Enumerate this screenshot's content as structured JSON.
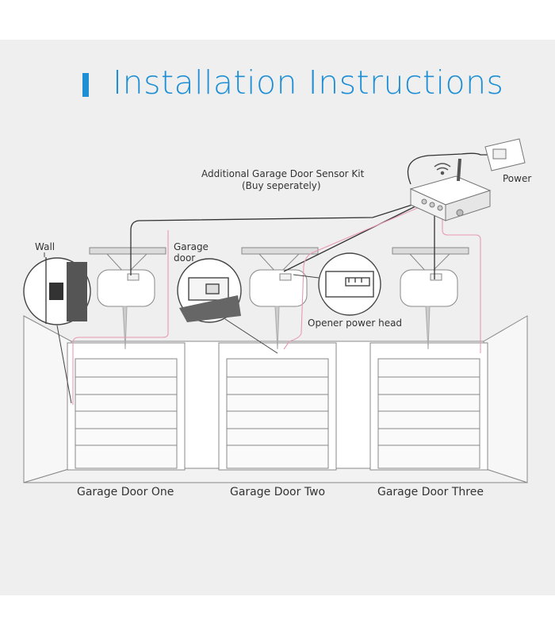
{
  "header": {
    "title": "Installation Instructions"
  },
  "labels": {
    "sensor_kit_line1": "Additional Garage Door Sensor Kit",
    "sensor_kit_line2": "(Buy seperately)",
    "power": "Power",
    "wall": "Wall",
    "garage_door_line1": "Garage",
    "garage_door_line2": "door",
    "opener_power_head": "Opener power head"
  },
  "doors": [
    {
      "label": "Garage Door One"
    },
    {
      "label": "Garage Door Two"
    },
    {
      "label": "Garage Door Three"
    }
  ],
  "colors": {
    "accent": "#1e8fd4",
    "wire_dark": "#333333",
    "wire_pink": "#e79ab0"
  }
}
